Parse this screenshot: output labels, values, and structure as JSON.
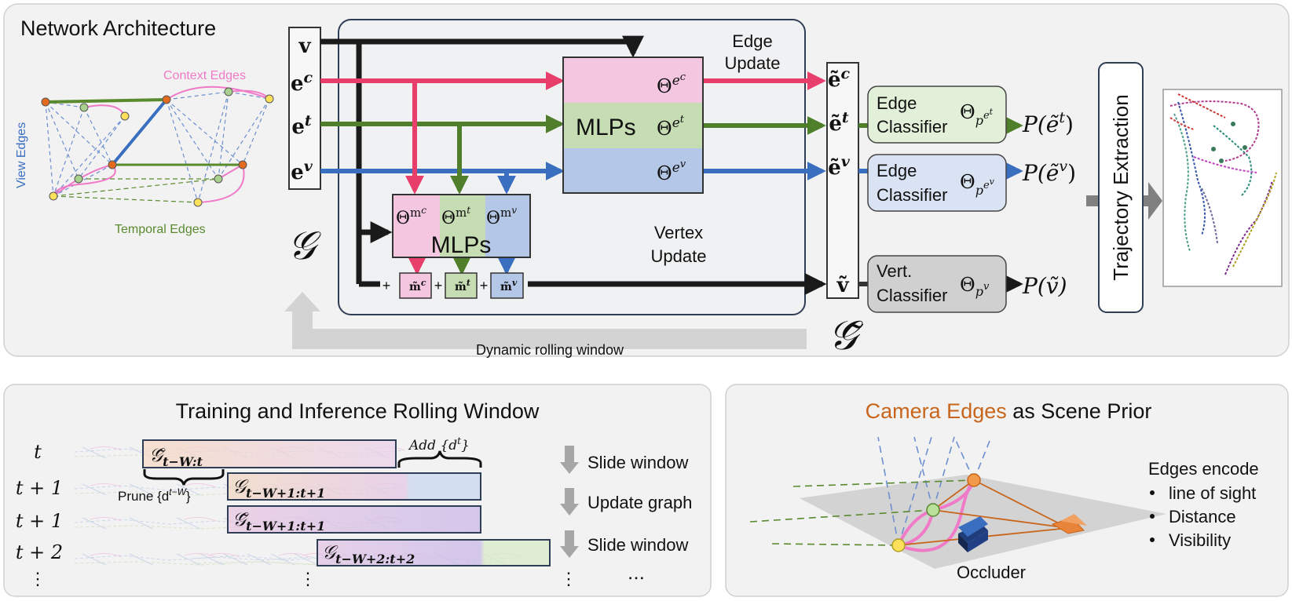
{
  "panels": {
    "network": {
      "title": "Network Architecture",
      "graph_labels": {
        "context": "Context Edges",
        "view": "View Edges",
        "temporal": "Temporal Edges"
      },
      "inputs": {
        "v": "v",
        "ec_base": "e",
        "ec_sup": "c",
        "et_base": "e",
        "et_sup": "t",
        "ev_base": "e",
        "ev_sup": "v"
      },
      "graph_symbol": "𝒢",
      "output_graph_symbol": "𝒢̃",
      "edge_update_line1": "Edge",
      "edge_update_line2": "Update",
      "vertex_update_line1": "Vertex",
      "vertex_update_line2": "Update",
      "edge_mlps": {
        "label": "MLPs",
        "theta_c": "Θ",
        "theta_c_sup": "e",
        "theta_c_sup2": "c",
        "theta_t": "Θ",
        "theta_t_sup": "e",
        "theta_t_sup2": "t",
        "theta_v": "Θ",
        "theta_v_sup": "e",
        "theta_v_sup2": "v"
      },
      "vertex_mlps": {
        "label": "MLPs",
        "th1": "Θ",
        "th1_sup": "m",
        "th1_sup2": "c",
        "th2": "Θ",
        "th2_sup": "m",
        "th2_sup2": "t",
        "th3": "Θ",
        "th3_sup": "m",
        "th3_sup2": "v"
      },
      "messages": {
        "plus": "+",
        "mc": "m̃",
        "mc_sup": "c",
        "mt": "m̃",
        "mt_sup": "t",
        "mv": "m̃",
        "mv_sup": "v"
      },
      "outputs": {
        "ec": "ẽ",
        "ec_sup": "c",
        "et": "ẽ",
        "et_sup": "t",
        "ev": "ẽ",
        "ev_sup": "v",
        "v": "ṽ"
      },
      "classifiers": {
        "edge_t": {
          "line1": "Edge",
          "line2": "Classifier",
          "theta": "Θ",
          "sub": "p",
          "sub_sup": "e",
          "sub_sup2": "t",
          "prob": "P(ẽ",
          "prob_sup": "t",
          "prob_close": ")"
        },
        "edge_v": {
          "line1": "Edge",
          "line2": "Classifier",
          "theta": "Θ",
          "sub": "p",
          "sub_sup": "e",
          "sub_sup2": "v",
          "prob": "P(ẽ",
          "prob_sup": "v",
          "prob_close": ")"
        },
        "vert": {
          "line1": "Vert.",
          "line2": "Classifier",
          "theta": "Θ",
          "sub": "p",
          "sub_sup": "v",
          "prob": "P(ṽ)"
        }
      },
      "trajectory_extraction": "Trajectory Extraction",
      "rolling_window": "Dynamic rolling window"
    },
    "training": {
      "title": "Training and Inference Rolling Window",
      "rows": [
        {
          "t_label": "t",
          "graph": "𝒢̃",
          "sub": "t−W:t",
          "action": "Slide window"
        },
        {
          "t_label": "t + 1",
          "graph": "𝒢",
          "sub": "t−W+1:t+1",
          "action": "Update graph"
        },
        {
          "t_label": "t + 1",
          "graph": "𝒢̃",
          "sub": "t−W+1:t+1",
          "action": ""
        },
        {
          "t_label": "t + 2",
          "graph": "𝒢",
          "sub": "t−W+2:t+2",
          "action": "Slide window"
        }
      ],
      "add_label": "Add {d",
      "add_sup": "t",
      "add_close": "}",
      "prune_label": "Prune {d",
      "prune_sup": "t−W",
      "prune_close": "}",
      "dots": "⋮",
      "ellipsis": "…"
    },
    "camera": {
      "title_highlight": "Camera Edges",
      "title_rest": " as Scene Prior",
      "occluder": "Occluder",
      "edges_encode": "Edges encode",
      "bullets": [
        "line of sight",
        "Distance",
        "Visibility"
      ]
    }
  },
  "colors": {
    "context": "#e83e6c",
    "temporal": "#5a8a2e",
    "view": "#3a6fc0",
    "camera_orange": "#c8651b",
    "panel_bg": "#f2f2f2"
  }
}
